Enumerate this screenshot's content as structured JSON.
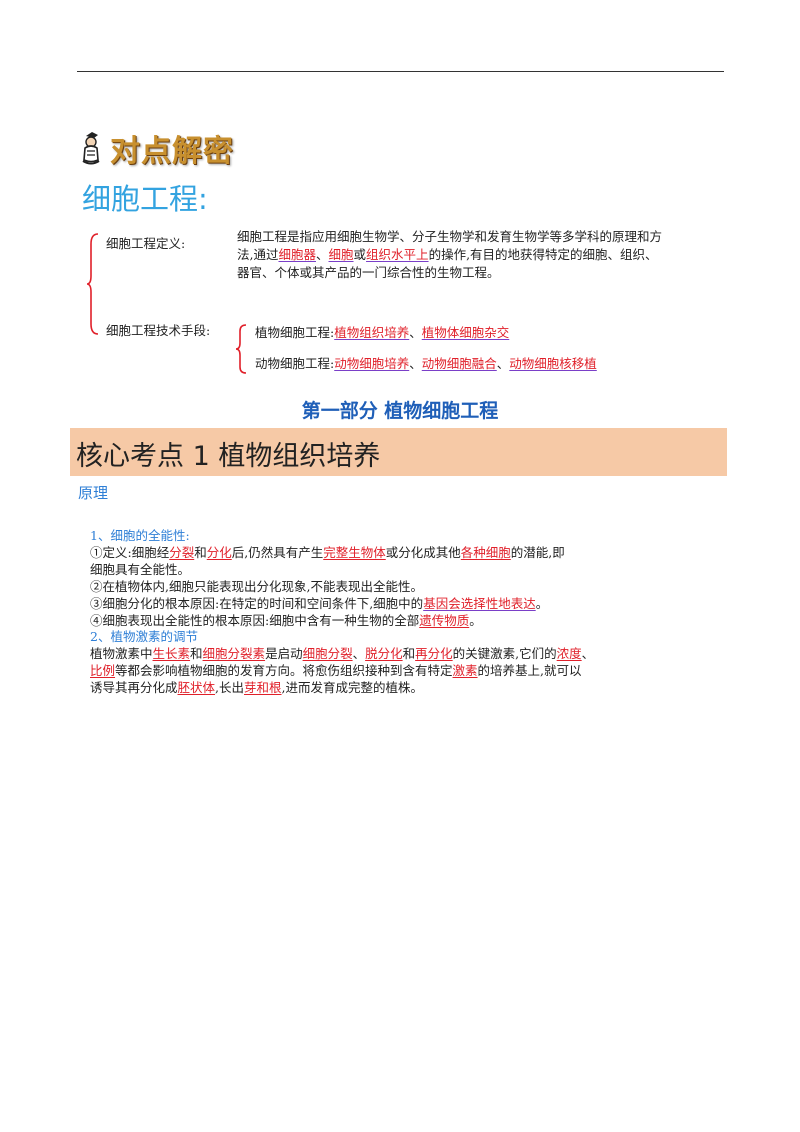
{
  "banner": {
    "text": "对点解密",
    "mascot_icon": "cartoon-figure-icon"
  },
  "section_title": "细胞工程:",
  "engineering": {
    "definition_label": "细胞工程定义:",
    "definition_parts": [
      "细胞工程是指应用细胞生物学、分子生物学和发育生物学等多学科的原理和方法,通过",
      "细胞器",
      "、",
      "细胞",
      "或",
      "组织水平上",
      "的操作,有目的地获得特定的细胞、组织、器官、个体或其产品的一门综合性的生物工程。"
    ],
    "technique_label": "细胞工程技术手段:",
    "plant_label": "植物细胞工程:",
    "plant_items": [
      "植物组织培养",
      "、",
      "植物体细胞杂交"
    ],
    "animal_label": "动物细胞工程:",
    "animal_items": [
      "动物细胞培养",
      "、",
      "动物细胞融合",
      "、",
      "动物细胞核移植"
    ]
  },
  "part_title": "第一部分 植物细胞工程",
  "key_point_title": "核心考点 1 植物组织培养",
  "principle_label": "原理",
  "content": {
    "h1": "1、细胞的全能性:",
    "p1": [
      "①定义:细胞经",
      "分裂",
      "和",
      "分化",
      "后,仍然具有产生",
      "完整生物体",
      "或分化成其他",
      "各种细胞",
      "的潜能,即"
    ],
    "p1b": "细胞具有全能性。",
    "p2": "②在植物体内,细胞只能表现出分化现象,不能表现出全能性。",
    "p3": [
      "③细胞分化的根本原因:在特定的时间和空间条件下,细胞中的",
      "基因会选择性地表达",
      "。"
    ],
    "p4": [
      "④细胞表现出全能性的根本原因:细胞中含有一种生物的全部",
      "遗传物质",
      "。"
    ],
    "h2": "2、植物激素的调节",
    "q1": [
      "植物激素中",
      "生长素",
      "和",
      "细胞分裂素",
      "是启动",
      "细胞分裂",
      "、",
      "脱分化",
      "和",
      "再分化",
      "的关键激素,它们的",
      "浓度",
      "、"
    ],
    "q2": [
      "比例",
      "等都会影响植物细胞的发育方向。将愈伤组织接种到含有特定",
      "激素",
      "的培养基上,就可以"
    ],
    "q3": [
      "诱导其再分化成",
      "胚状体",
      ",长出",
      "芽和根",
      ",进而发育成完整的植株。"
    ]
  },
  "colors": {
    "title_blue": "#33a3e0",
    "part_blue": "#1f5fb8",
    "highlight_red": "#e0202a",
    "underline_purple": "#7a3fc8",
    "bar_peach": "#f6c9a6",
    "banner_gold": "#c8902f"
  }
}
